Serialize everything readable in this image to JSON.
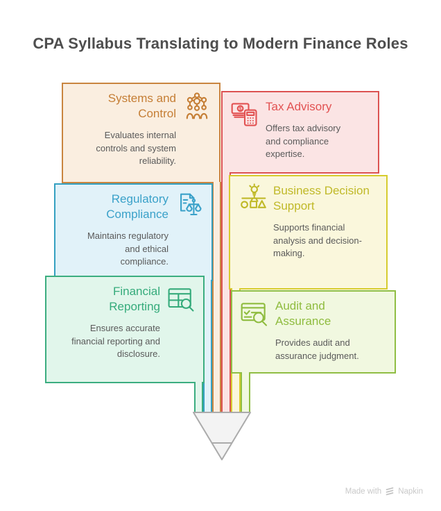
{
  "title": "CPA Syllabus Translating to Modern Finance Roles",
  "cards": [
    {
      "title": "Systems and Control",
      "description": "Evaluates internal controls and system reliability.",
      "icon": "org-network-icon",
      "colors": {
        "border": "#c9853f",
        "accent": "#c57e35",
        "bg": "#faeee0"
      }
    },
    {
      "title": "Tax Advisory",
      "description": "Offers tax advisory and compliance expertise.",
      "icon": "money-calculator-icon",
      "colors": {
        "border": "#dc5352",
        "accent": "#e25252",
        "bg": "#fbe4e4"
      }
    },
    {
      "title": "Regulatory Compliance",
      "description": "Maintains regulatory and ethical compliance.",
      "icon": "document-scales-icon",
      "colors": {
        "border": "#34a0c1",
        "accent": "#3aa1c9",
        "bg": "#e1f2f9"
      }
    },
    {
      "title": "Business Decision Support",
      "description": "Supports financial analysis and decision-making.",
      "icon": "idea-decision-icon",
      "colors": {
        "border": "#d6cc2e",
        "accent": "#c0b928",
        "bg": "#faf7dc"
      }
    },
    {
      "title": "Financial Reporting",
      "description": "Ensures accurate financial reporting and disclosure.",
      "icon": "table-magnifier-icon",
      "colors": {
        "border": "#3bad80",
        "accent": "#35ab7b",
        "bg": "#e1f6eb"
      }
    },
    {
      "title": "Audit and Assurance",
      "description": "Provides audit and assurance judgment.",
      "icon": "checklist-magnifier-icon",
      "colors": {
        "border": "#90be44",
        "accent": "#8fbc3f",
        "bg": "#f1f8e0"
      }
    }
  ],
  "pencil": {
    "fill": "#f3f3f3",
    "stroke": "#ababab"
  },
  "watermark": {
    "text": "Made with",
    "brand": "Napkin",
    "color": "#c9c9c9"
  }
}
